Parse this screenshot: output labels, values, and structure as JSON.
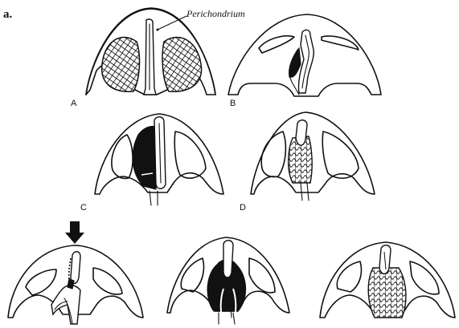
{
  "figure": {
    "letter": "a.",
    "annotation": "Perichondrium"
  },
  "panels": [
    {
      "tag": "A"
    },
    {
      "tag": "B"
    },
    {
      "tag": "C"
    },
    {
      "tag": "D"
    },
    {
      "tag": ""
    },
    {
      "tag": ""
    },
    {
      "tag": ""
    }
  ]
}
